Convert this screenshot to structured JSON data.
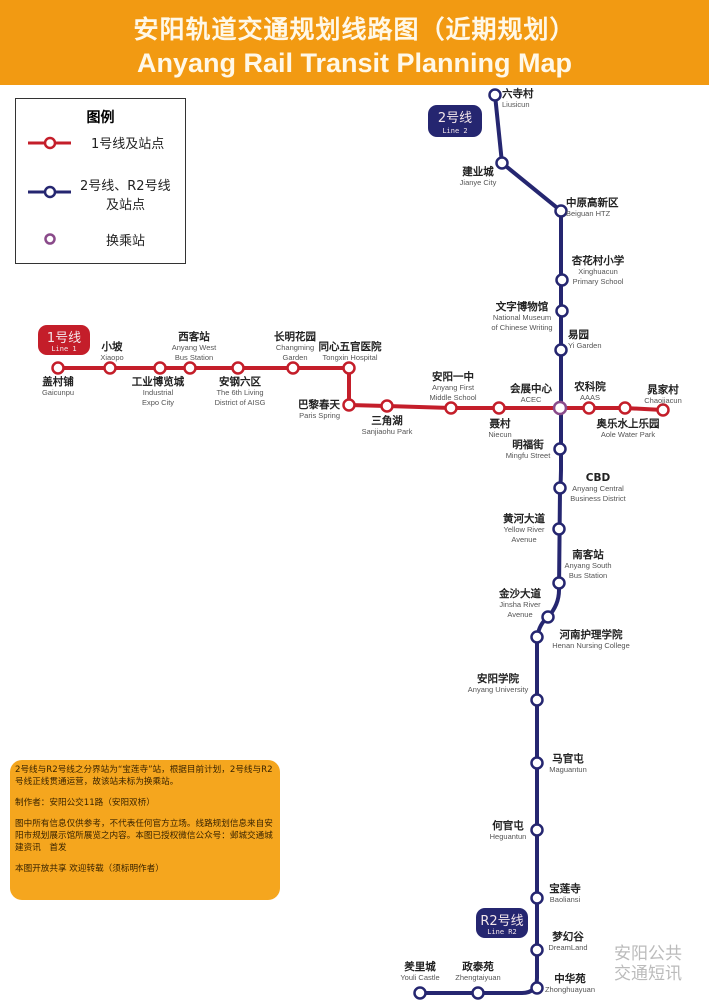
{
  "header": {
    "title_zh": "安阳轨道交通规划线路图（近期规划）",
    "title_en": "Anyang Rail Transit Planning Map"
  },
  "legend": {
    "title": "图例",
    "line1": "1号线及站点",
    "line2": "2号线、R2号线",
    "line2_sub": "及站点",
    "interchange": "换乘站"
  },
  "colors": {
    "header": "#f29a12",
    "line1": "#c41e2a",
    "line2": "#252670",
    "interchange": "#8a4a8a",
    "note": "#f5a61e"
  },
  "badges": {
    "line1": {
      "zh": "1号线",
      "en": "Line 1"
    },
    "line2": {
      "zh": "2号线",
      "en": "Line 2"
    },
    "lineR2": {
      "zh": "R2号线",
      "en": "Line R2"
    }
  },
  "line1": {
    "stations": [
      {
        "zh": "盖村铺",
        "en": [
          "Gaicunpu"
        ]
      },
      {
        "zh": "小坡",
        "en": [
          "Xiaopo"
        ]
      },
      {
        "zh": "工业博览城",
        "en": [
          "Industrial",
          "Expo City"
        ]
      },
      {
        "zh": "西客站",
        "en": [
          "Anyang West",
          "Bus Station"
        ]
      },
      {
        "zh": "安钢六区",
        "en": [
          "The 6th Living",
          "District of AISG"
        ]
      },
      {
        "zh": "长明花园",
        "en": [
          "Changming",
          "Garden"
        ]
      },
      {
        "zh": "同心五官医院",
        "en": [
          "Tongxin Hospital"
        ]
      },
      {
        "zh": "巴黎春天",
        "en": [
          "Paris Spring"
        ]
      },
      {
        "zh": "三角湖",
        "en": [
          "Sanjiaohu Park"
        ]
      },
      {
        "zh": "安阳一中",
        "en": [
          "Anyang First",
          "Middle School"
        ]
      },
      {
        "zh": "聂村",
        "en": [
          "Niecun"
        ]
      },
      {
        "zh": "会展中心",
        "en": [
          "ACEC"
        ]
      },
      {
        "zh": "农科院",
        "en": [
          "AAAS"
        ]
      },
      {
        "zh": "奥乐水上乐园",
        "en": [
          "Aole Water Park"
        ]
      },
      {
        "zh": "晁家村",
        "en": [
          "Chaojiacun"
        ]
      }
    ]
  },
  "line2": {
    "stations": [
      {
        "zh": "六寺村",
        "en": [
          "Liusicun"
        ]
      },
      {
        "zh": "建业城",
        "en": [
          "Jianye City"
        ]
      },
      {
        "zh": "中原高新区",
        "en": [
          "Beiguan HTZ"
        ]
      },
      {
        "zh": "杏花村小学",
        "en": [
          "Xinghuacun",
          "Primary School"
        ]
      },
      {
        "zh": "文字博物馆",
        "en": [
          "National Museum",
          "of Chinese Writing"
        ]
      },
      {
        "zh": "易园",
        "en": [
          "Yi Garden"
        ]
      },
      {
        "zh": "明福街",
        "en": [
          "Mingfu Street"
        ]
      },
      {
        "zh": "CBD",
        "en": [
          "Anyang Central",
          "Business District"
        ]
      },
      {
        "zh": "黄河大道",
        "en": [
          "Yellow River",
          "Avenue"
        ]
      },
      {
        "zh": "南客站",
        "en": [
          "Anyang South",
          "Bus Station"
        ]
      },
      {
        "zh": "金沙大道",
        "en": [
          "Jinsha River",
          "Avenue"
        ]
      },
      {
        "zh": "河南护理学院",
        "en": [
          "Henan Nursing College"
        ]
      },
      {
        "zh": "安阳学院",
        "en": [
          "Anyang University"
        ]
      },
      {
        "zh": "马官屯",
        "en": [
          "Maguantun"
        ]
      },
      {
        "zh": "何官屯",
        "en": [
          "Heguantun"
        ]
      },
      {
        "zh": "宝莲寺",
        "en": [
          "Baoliansi"
        ]
      }
    ]
  },
  "lineR2": {
    "stations": [
      {
        "zh": "梦幻谷",
        "en": [
          "DreamLand"
        ]
      },
      {
        "zh": "中华苑",
        "en": [
          "Zhonghuayuan"
        ]
      },
      {
        "zh": "政泰苑",
        "en": [
          "Zhengtaiyuan"
        ]
      },
      {
        "zh": "羑里城",
        "en": [
          "Youli Castle"
        ]
      }
    ]
  },
  "note": {
    "p1": "2号线与R2号线之分界站为“宝莲寺”站，根据目前计划，2号线与R2号线正线贯通运营，故该站未标为换乘站。",
    "p2": "制作者：安阳公交11路（安阳双桥）",
    "p3": "图中所有信息仅供参考，不代表任何官方立场。线路规划信息来自安阳市规划展示馆所展览之内容。本图已授权微信公众号：邺城交通城建资讯　首发",
    "p4": "本图开放共享 欢迎转载（须标明作者）"
  },
  "watermark": "安阳公共交通短讯"
}
